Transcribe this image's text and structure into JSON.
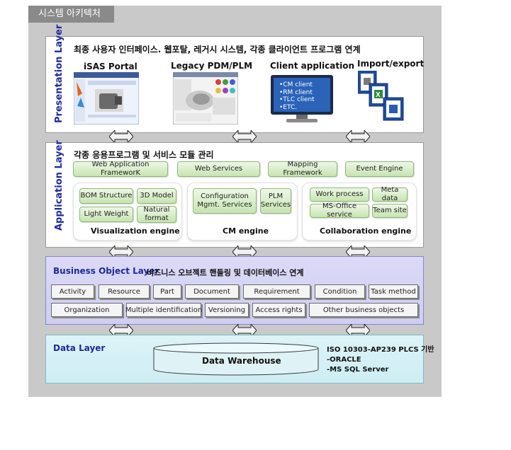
{
  "header": {
    "tab_title": "시스템 아키텍처"
  },
  "presentation": {
    "label": "Presentation Layer",
    "heading": "최종 사용자 인터페이스. 웹포탈, 레거시 시스템, 각종 클라이언트 프로그램 연계",
    "columns": [
      {
        "title": "iSAS Portal"
      },
      {
        "title": "Legacy PDM/PLM"
      },
      {
        "title": "Client application",
        "items": [
          "•CM client",
          "•RM client",
          "•TLC client",
          "•ETC."
        ]
      },
      {
        "title": "Import/export"
      }
    ]
  },
  "application": {
    "label": "Application Layer",
    "heading": "각종 응용프로그램 및 서비스 모듈 관리",
    "top_modules": [
      "Web Application FrameworK",
      "Web Services",
      "Mapping Framework",
      "Event Engine"
    ],
    "engines": [
      {
        "name": "Visualization engine",
        "modules": [
          "BOM Structure",
          "3D Model",
          "Light Weight",
          "Natural format"
        ]
      },
      {
        "name": "CM engine",
        "modules": [
          "Configuration Mgmt. Services",
          "PLM Services"
        ]
      },
      {
        "name": "Collaboration engine",
        "modules": [
          "Work process",
          "Meta data",
          "MS-Office service",
          "Team site"
        ]
      }
    ]
  },
  "business": {
    "label": "Business Object Layer",
    "heading": "비즈니스 오브젝트 핸들링 및 데이터베이스 연계",
    "row1": [
      "Activity",
      "Resource",
      "Part",
      "Document",
      "Requirement",
      "Condition",
      "Task method"
    ],
    "row2": [
      "Organization",
      "Multiple identification",
      "Versioning",
      "Access rights",
      "Other business objects"
    ]
  },
  "data_layer": {
    "label": "Data Layer",
    "warehouse": "Data Warehouse",
    "info": [
      "ISO 10303-AP239 PLCS 기반",
      "-ORACLE",
      "-MS SQL Server"
    ]
  },
  "colors": {
    "frame": "#c9c9c9",
    "layer_label": "#1f2a9c",
    "module_green": "#c6e4b1",
    "business_bg": "#d6d4f4",
    "data_bg": "#d3f0f5"
  }
}
